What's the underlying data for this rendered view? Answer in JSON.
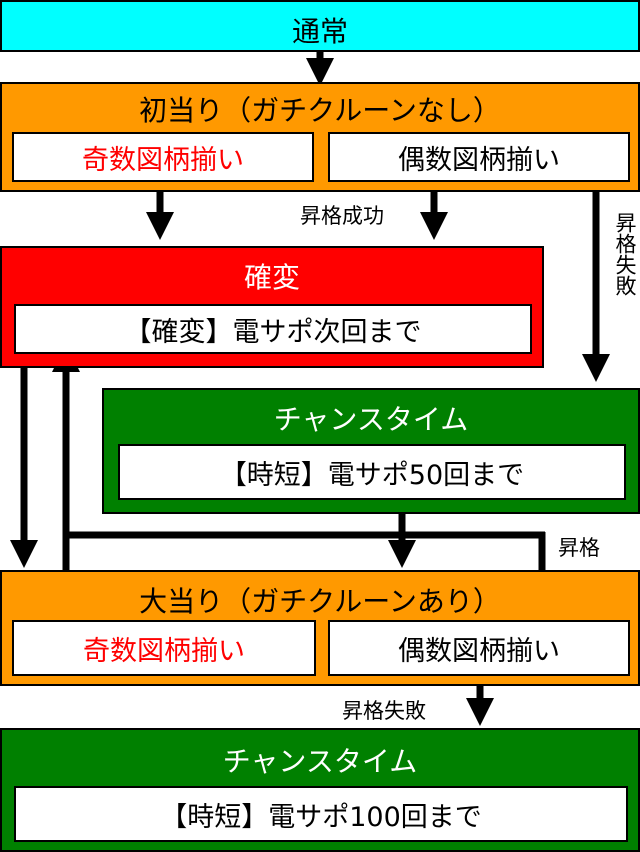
{
  "nodes": {
    "normal": {
      "title": "通常"
    },
    "first_hit": {
      "title": "初当り（ガチクルーンなし）",
      "left": "奇数図柄揃い",
      "right": "偶数図柄揃い"
    },
    "kakuhen": {
      "title": "確変",
      "detail": "【確変】電サポ次回まで"
    },
    "chance_time_1": {
      "title": "チャンスタイム",
      "detail": "【時短】電サポ50回まで"
    },
    "big_hit": {
      "title": "大当り（ガチクルーンあり）",
      "left": "奇数図柄揃い",
      "right": "偶数図柄揃い"
    },
    "chance_time_2": {
      "title": "チャンスタイム",
      "detail": "【時短】電サポ100回まで"
    }
  },
  "edges": {
    "promotion_success": "昇格成功",
    "promotion_fail_vertical": "昇格失敗",
    "promotion": "昇格",
    "promotion_fail": "昇格失敗"
  },
  "colors": {
    "normal": "#00ffff",
    "orange": "#ff9900",
    "kakuhen": "#ff0000",
    "chance": "#008000",
    "odd_text": "#ff0000"
  }
}
